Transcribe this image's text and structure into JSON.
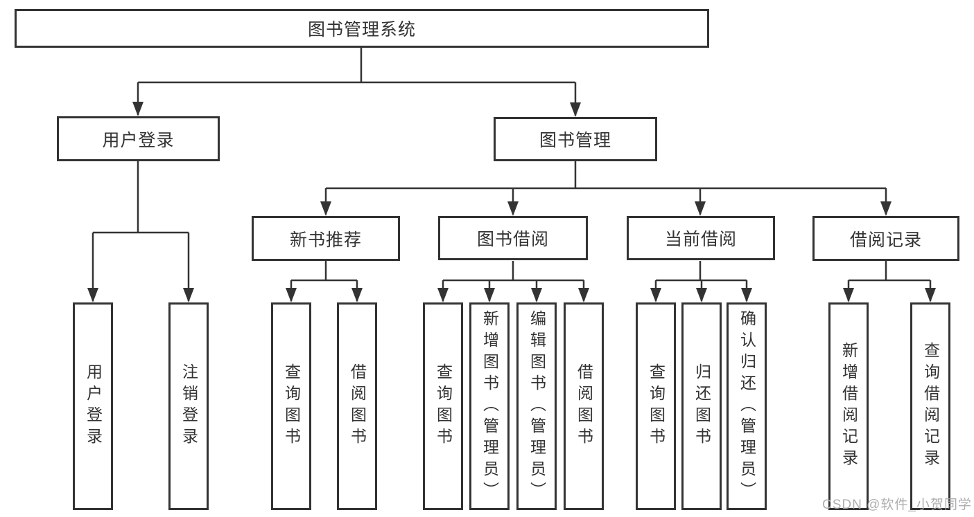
{
  "page": {
    "background": "#ffffff"
  },
  "diagram": {
    "type": "hierarchy-diagram",
    "root": {
      "label": "图书管理系统"
    },
    "level2": [
      {
        "label": "用户登录"
      },
      {
        "label": "图书管理"
      }
    ],
    "level3": [
      {
        "label": "新书推荐"
      },
      {
        "label": "图书借阅"
      },
      {
        "label": "当前借阅"
      },
      {
        "label": "借阅记录"
      }
    ],
    "leaves": {
      "user_login": [
        {
          "label": "用户登录"
        },
        {
          "label": "注销登录"
        }
      ],
      "new_book_recommend": [
        {
          "label": "查询图书"
        },
        {
          "label": "借阅图书"
        }
      ],
      "book_borrow": [
        {
          "label": "查询图书"
        },
        {
          "label": "新增图书（管理员）"
        },
        {
          "label": "编辑图书（管理员）"
        },
        {
          "label": "借阅图书"
        }
      ],
      "current_borrow": [
        {
          "label": "查询图书"
        },
        {
          "label": "归还图书"
        },
        {
          "label": "确认归还（管理员）"
        }
      ],
      "borrow_record": [
        {
          "label": "新增借阅记录"
        },
        {
          "label": "查询借阅记录"
        }
      ]
    },
    "colors": {
      "line": "#333333",
      "text": "#333333",
      "box_background": "#ffffff",
      "watermark": "#aaaaaa"
    }
  },
  "watermark": {
    "text": "CSDN @软件_小贺同学"
  }
}
